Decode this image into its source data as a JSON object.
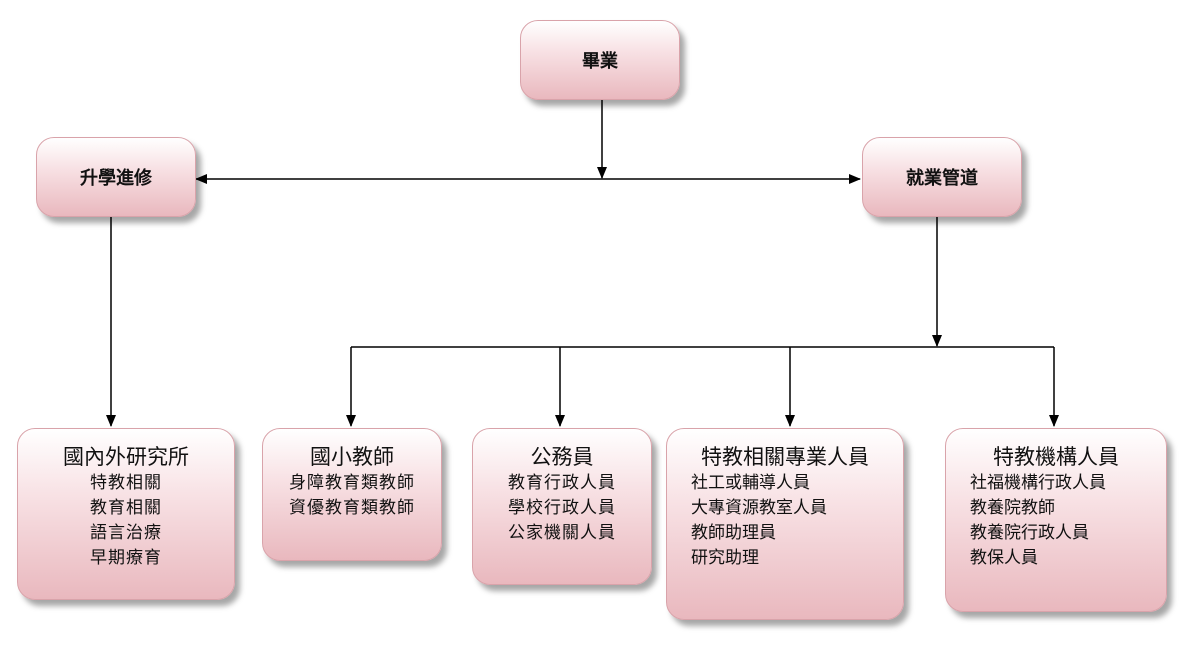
{
  "graduation": "畢業",
  "further_study": {
    "label": "升學進修",
    "detail": {
      "title": "國內外研究所",
      "items": [
        "特教相關",
        "教育相關",
        "語言治療",
        "早期療育"
      ]
    }
  },
  "employment": {
    "label": "就業管道",
    "branches": [
      {
        "title": "國小教師",
        "items": [
          "身障教育類教師",
          "資優教育類教師"
        ]
      },
      {
        "title": "公務員",
        "items": [
          "教育行政人員",
          "學校行政人員",
          "公家機關人員"
        ]
      },
      {
        "title": "特教相關專業人員",
        "items": [
          "社工或輔導人員",
          "大專資源教室人員",
          "教師助理員",
          "研究助理"
        ]
      },
      {
        "title": "特教機構人員",
        "items": [
          "社福機構行政人員",
          "教養院教師",
          "教養院行政人員",
          "教保人員"
        ]
      }
    ]
  },
  "colors": {
    "box_border": "#d9a3aa",
    "box_fill_top": "#ffffff",
    "box_fill_bottom": "#e9b8be",
    "line": "#000000"
  }
}
